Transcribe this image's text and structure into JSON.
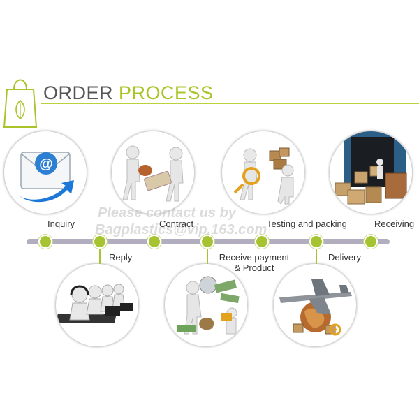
{
  "header": {
    "title_part1": "ORDER",
    "title_part2": "PROCESS"
  },
  "watermark": {
    "line1": "Please contact us by",
    "line2": "Bagplastics@vip.163.com"
  },
  "steps": [
    {
      "label": "Inquiry",
      "position": "top"
    },
    {
      "label": "Reply",
      "position": "bottom"
    },
    {
      "label": "Contract",
      "position": "top"
    },
    {
      "label": "Receive payment",
      "label2": "& Product",
      "position": "bottom"
    },
    {
      "label": "Testing and packing",
      "position": "top"
    },
    {
      "label": "Delivery",
      "position": "bottom"
    },
    {
      "label": "Receiving",
      "position": "top"
    }
  ],
  "colors": {
    "accent": "#a8c428",
    "timeline": "#b3aebf",
    "title_dark": "#555555"
  }
}
